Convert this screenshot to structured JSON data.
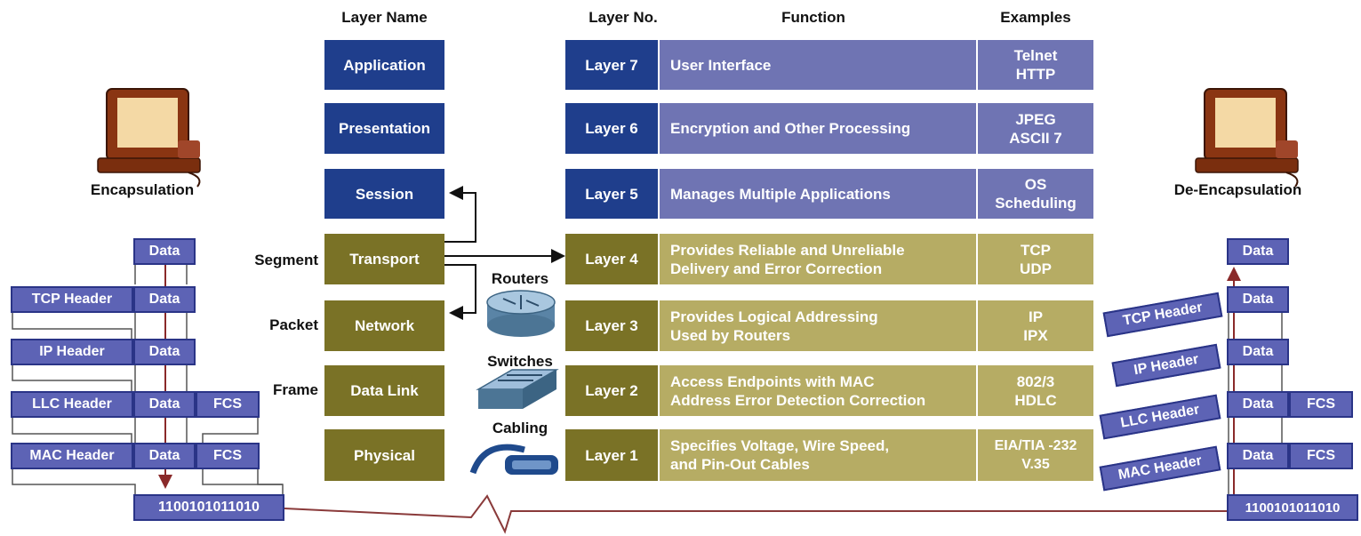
{
  "headers": {
    "layer_name": "Layer Name",
    "layer_no": "Layer No.",
    "function": "Function",
    "examples": "Examples"
  },
  "layers": [
    {
      "name": "Application",
      "number": "Layer 7",
      "function": "User Interface",
      "examples": "Telnet\nHTTP",
      "color_name": "#1f3e8c",
      "color_row": "#6f74b3"
    },
    {
      "name": "Presentation",
      "number": "Layer 6",
      "function": "Encryption and Other Processing",
      "examples": "JPEG\nASCII 7",
      "color_name": "#1f3e8c",
      "color_row": "#6f74b3"
    },
    {
      "name": "Session",
      "number": "Layer 5",
      "function": "Manages Multiple Applications",
      "examples": "OS\nScheduling",
      "color_name": "#1f3e8c",
      "color_row": "#6f74b3"
    },
    {
      "name": "Transport",
      "number": "Layer 4",
      "function": "Provides Reliable and Unreliable\nDelivery and Error Correction",
      "examples": "TCP\nUDP",
      "side_label": "Segment",
      "color_name": "#7a7226",
      "color_row": "#b6ac64"
    },
    {
      "name": "Network",
      "number": "Layer 3",
      "function": "Provides Logical Addressing\nUsed by Routers",
      "examples": "IP\nIPX",
      "side_label": "Packet",
      "color_name": "#7a7226",
      "color_row": "#b6ac64"
    },
    {
      "name": "Data Link",
      "number": "Layer 2",
      "function": "Access Endpoints with MAC\nAddress Error Detection Correction",
      "examples": "802/3\nHDLC",
      "side_label": "Frame",
      "color_name": "#7a7226",
      "color_row": "#b6ac64"
    },
    {
      "name": "Physical",
      "number": "Layer 1",
      "function": "Specifies Voltage, Wire Speed,\nand Pin-Out Cables",
      "examples": "EIA/TIA -232\nV.35",
      "color_name": "#7a7226",
      "color_row": "#b6ac64"
    }
  ],
  "devices": {
    "routers": "Routers",
    "switches": "Switches",
    "cabling": "Cabling"
  },
  "encapsulation": {
    "caption": "Encapsulation",
    "data": "Data",
    "tcp_header": "TCP Header",
    "ip_header": "IP Header",
    "llc_header": "LLC Header",
    "mac_header": "MAC Header",
    "fcs": "FCS",
    "bits": "1100101011010"
  },
  "deencapsulation": {
    "caption": "De-Encapsulation",
    "data": "Data",
    "tcp_header": "TCP Header",
    "ip_header": "IP Header",
    "llc_header": "LLC Header",
    "mac_header": "MAC Header",
    "fcs": "FCS",
    "bits": "1100101011010"
  },
  "icons": [
    "computer-icon",
    "router-icon",
    "switch-icon",
    "cable-icon"
  ]
}
